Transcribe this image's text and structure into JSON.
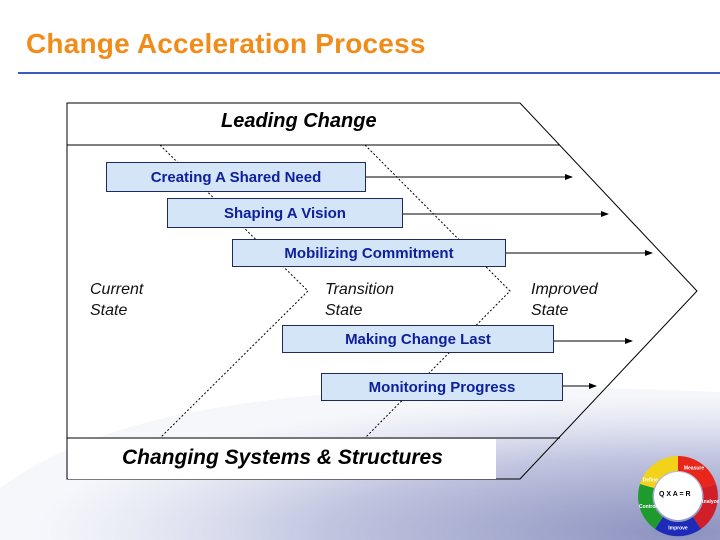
{
  "slide": {
    "title": "Change Acceleration Process"
  },
  "colors": {
    "title": "#f08c1a",
    "rule": "#3a5bbf",
    "box_fill": "#d3e5f7",
    "box_text": "#0d1f9a"
  },
  "diagram": {
    "top_band": "Leading Change",
    "bottom_band": "Changing Systems & Structures",
    "states": [
      {
        "line1": "Current",
        "line2": "State"
      },
      {
        "line1": "Transition",
        "line2": "State"
      },
      {
        "line1": "Improved",
        "line2": "State"
      }
    ],
    "steps": [
      "Creating A Shared Need",
      "Shaping A Vision",
      "Mobilizing Commitment",
      "Making Change Last",
      "Monitoring Progress"
    ]
  },
  "logo": {
    "center_text": "Q X A = R",
    "segments": [
      "Define",
      "Measure",
      "Analyze",
      "Improve",
      "Control"
    ]
  }
}
